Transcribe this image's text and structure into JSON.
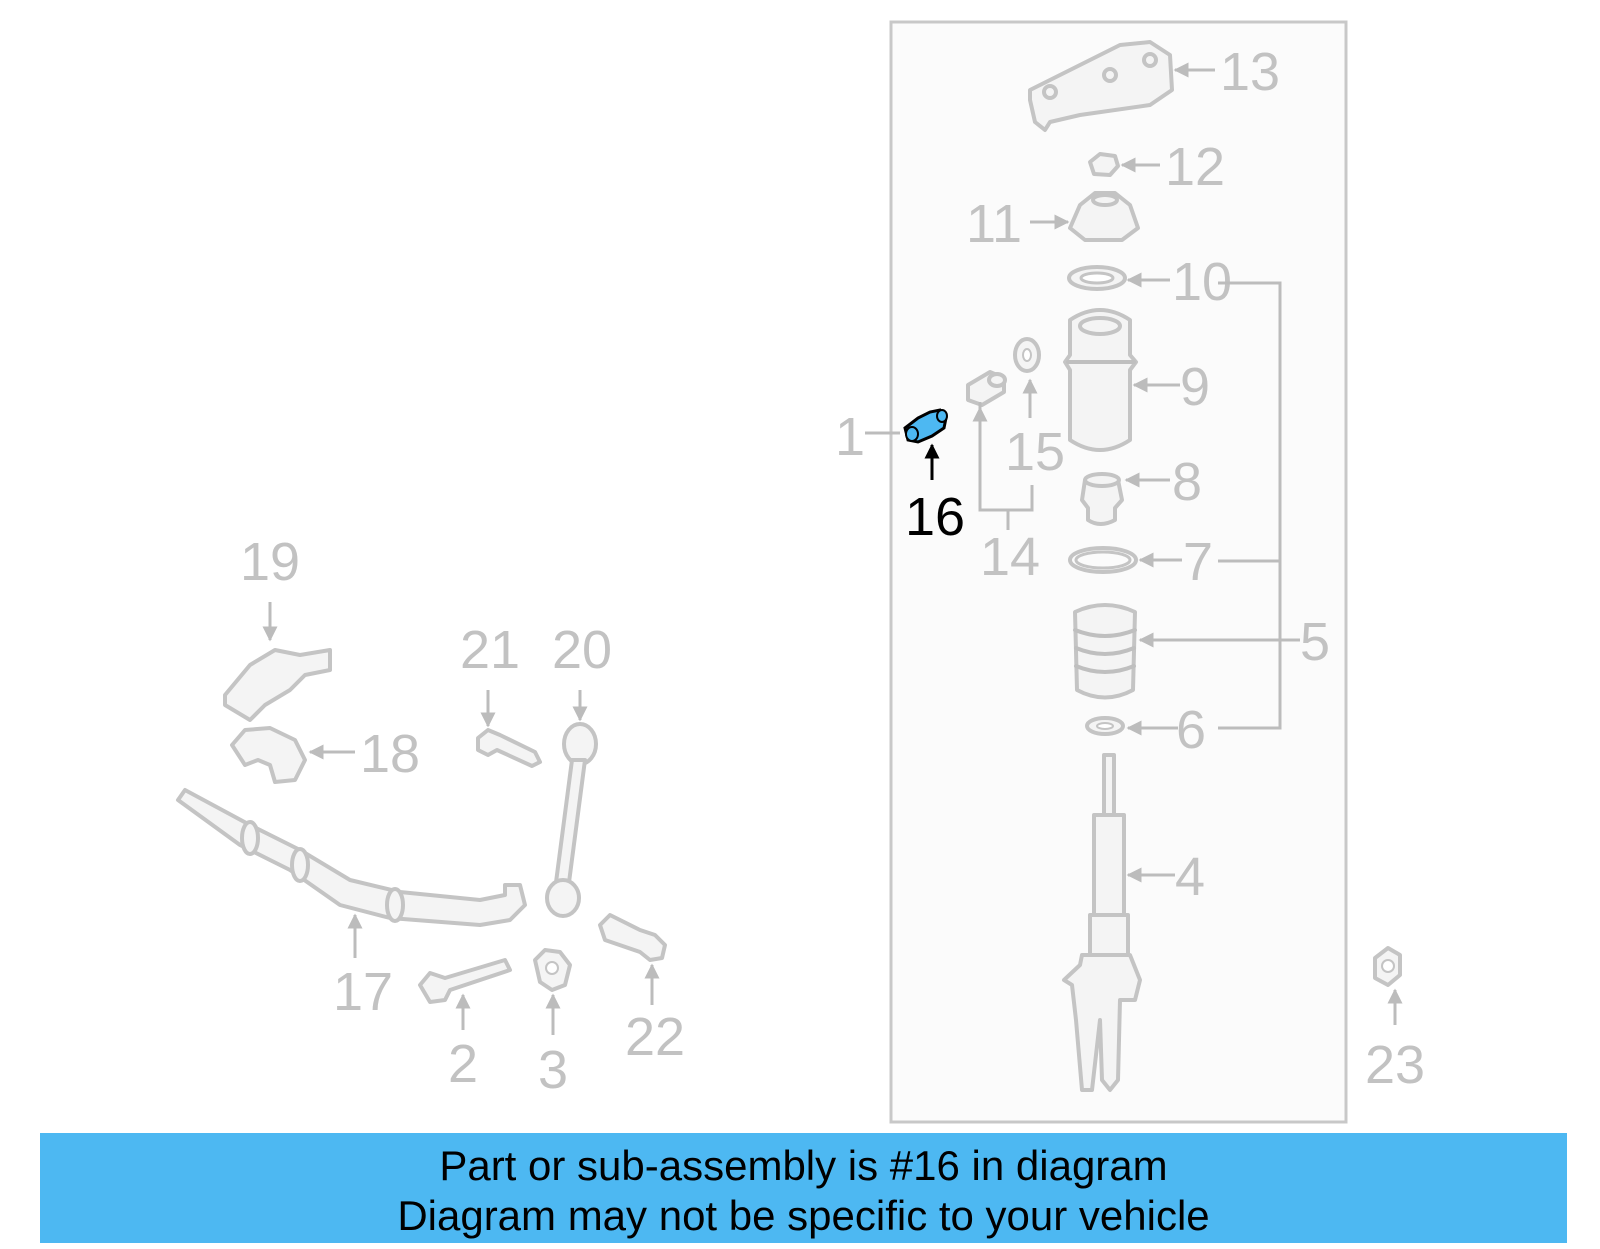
{
  "callouts": {
    "n1": "1",
    "n2": "2",
    "n3": "3",
    "n4": "4",
    "n5": "5",
    "n6": "6",
    "n7": "7",
    "n8": "8",
    "n9": "9",
    "n10": "10",
    "n11": "11",
    "n12": "12",
    "n13": "13",
    "n14": "14",
    "n15": "15",
    "n16": "16",
    "n17": "17",
    "n18": "18",
    "n19": "19",
    "n20": "20",
    "n21": "21",
    "n22": "22",
    "n23": "23"
  },
  "highlighted_part": "16",
  "colors": {
    "highlight": "#4db8f2",
    "banner": "#4db8f2",
    "inactive": "#c2c2c2"
  },
  "banner": {
    "line1": "Part or sub-assembly is #16 in diagram",
    "line2": "Diagram may not be specific to your vehicle"
  }
}
